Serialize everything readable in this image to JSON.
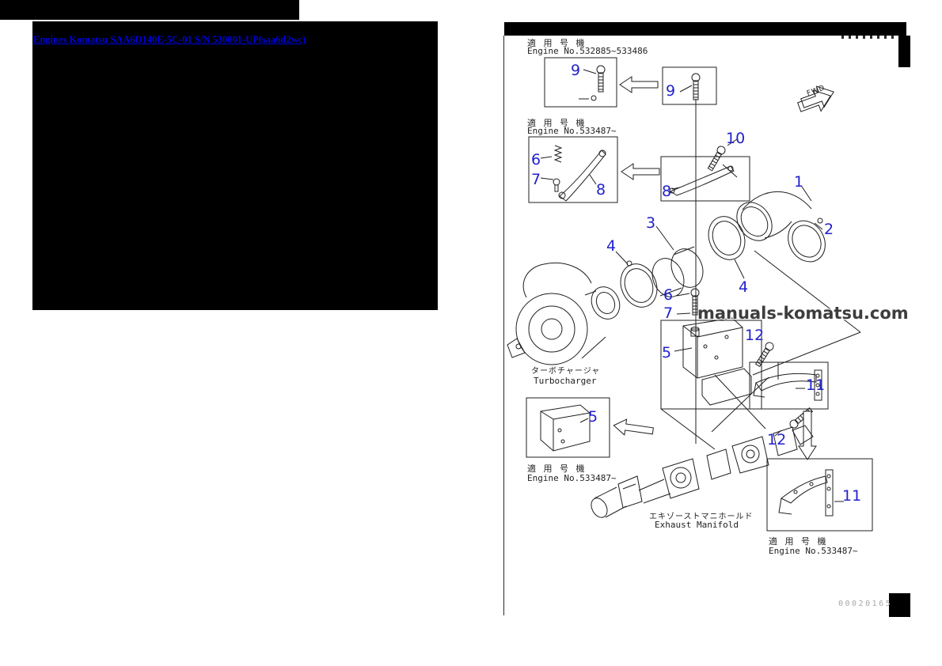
{
  "link": {
    "text": "Engines Komatsu SAA6D140E-5C-01 S/N 530001-UP(saa6d2wc)"
  },
  "page": {
    "header_top": {
      "jp": "適 用 号 機",
      "en": "Engine No.532885~533486"
    },
    "header_mid": {
      "jp": "適 用 号 機",
      "en": "Engine No.533487~"
    },
    "header_bottom_left": {
      "jp": "適 用 号 機",
      "en": "Engine No.533487~"
    },
    "header_bottom_right": {
      "jp": "適 用 号 機",
      "en": "Engine No.533487~"
    },
    "turbocharger": {
      "jp": "ターボチャージャ",
      "en": "Turbocharger"
    },
    "manifold": {
      "jp": "エキゾーストマニホールド",
      "en": "Exhaust Manifold"
    },
    "fwd_label": "FWD",
    "watermark": "manuals-komatsu.com",
    "page_number": "00020165",
    "callouts": [
      "9",
      "9",
      "10",
      "6",
      "7",
      "8",
      "8",
      "1",
      "2",
      "3",
      "4",
      "4",
      "6",
      "7",
      "5",
      "12",
      "11",
      "12",
      "5",
      "11"
    ]
  },
  "colors": {
    "callout": "#2222cc",
    "link": "#0000dd",
    "watermark": "#3d3d3d",
    "page_number": "#a8a8a8"
  }
}
